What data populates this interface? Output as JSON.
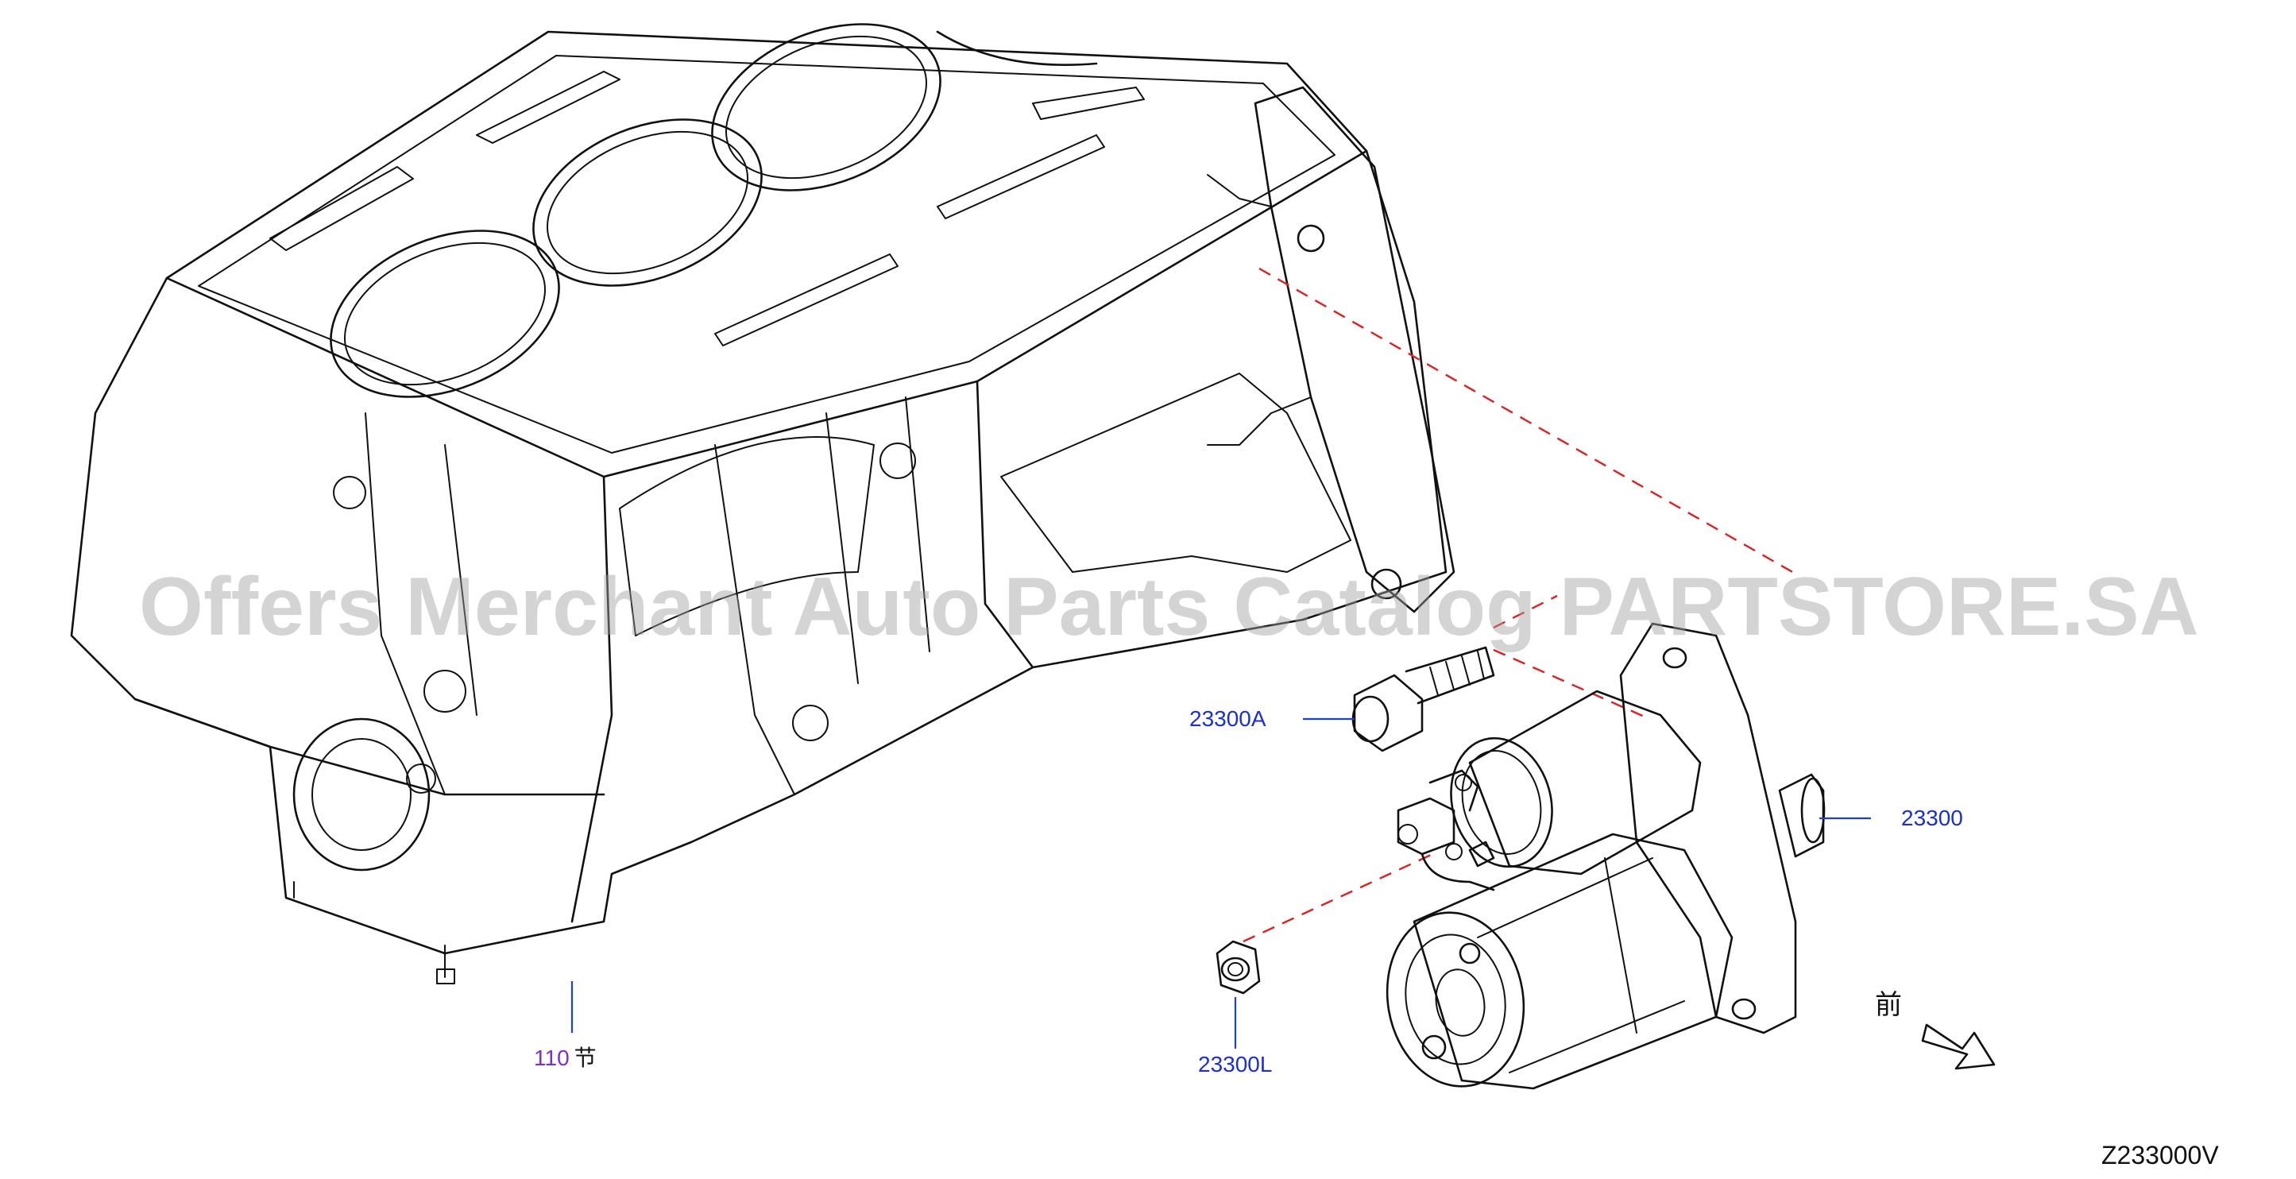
{
  "diagram": {
    "watermark": "Offers Merchant Auto Parts Catalog PARTSTORE.SA",
    "diagram_code": "Z233000V",
    "front_mark": "前",
    "callouts": [
      {
        "part_number": "110",
        "suffix": "节",
        "color": "#7b2fd6"
      },
      {
        "part_number": "23300A",
        "color": "#1a2fd6"
      },
      {
        "part_number": "23300",
        "color": "#1a2fd6"
      },
      {
        "part_number": "23300L",
        "color": "#1a2fd6"
      }
    ],
    "icons": [
      "engine-block-drawing",
      "starter-motor-drawing",
      "bolt-drawing",
      "nut-drawing",
      "front-direction-arrow-icon"
    ],
    "colors": {
      "line_art": "#111111",
      "leader_blue": "#1a2fd6",
      "callout_purple": "#7b2fd6",
      "assembly_dash": "#e02020",
      "watermark": "#a0a0a0"
    }
  }
}
